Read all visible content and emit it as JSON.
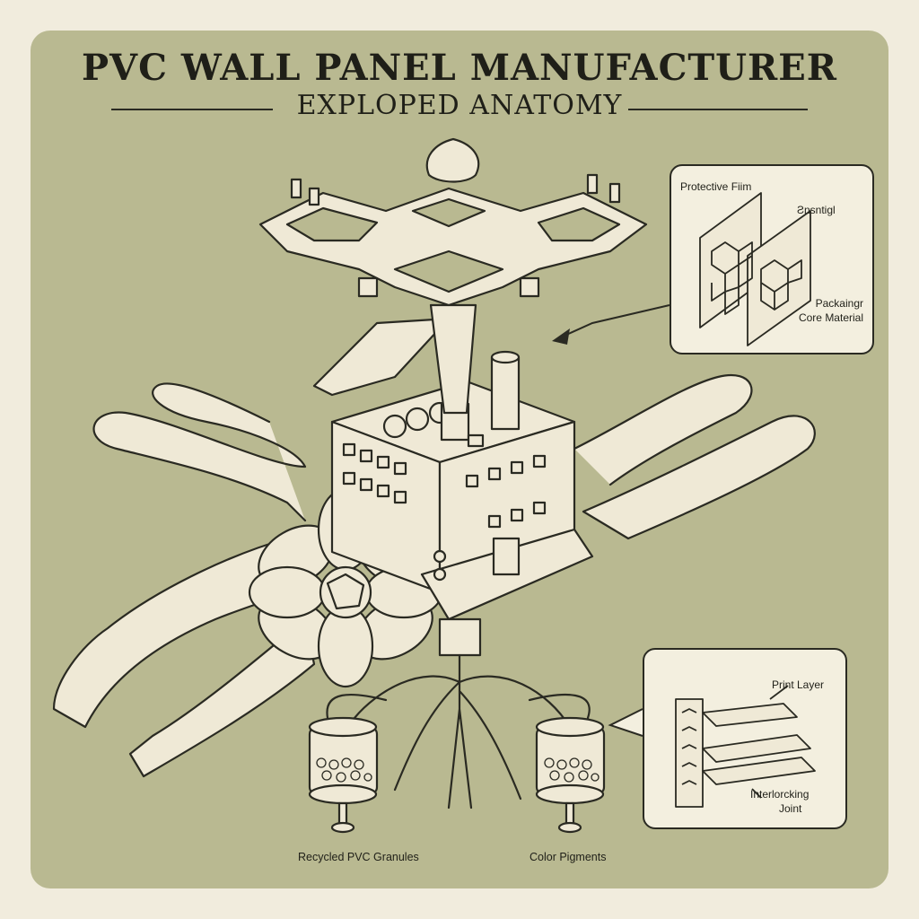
{
  "header": {
    "title": "PVC WALL PANEL MANUFACTURER",
    "subtitle": "EXPLOPED ANATOMY"
  },
  "callout_top": {
    "labels": {
      "protective_film": "Protective Fiim",
      "sensing": "Ƨnsntigl",
      "packaging": "Packaingr",
      "core_material": "Core Material"
    }
  },
  "callout_bottom": {
    "labels": {
      "print_layer": "Print Layer",
      "interlocking_1": "Interlorcking",
      "interlocking_2": "Joint"
    }
  },
  "bottom_labels": {
    "left": "Recycled PVC Granules",
    "right": "Color Pigments"
  },
  "colors": {
    "background": "#f1ecdd",
    "panel": "#b9b991",
    "ink": "#2a2a22",
    "cream": "#efe9d6"
  }
}
